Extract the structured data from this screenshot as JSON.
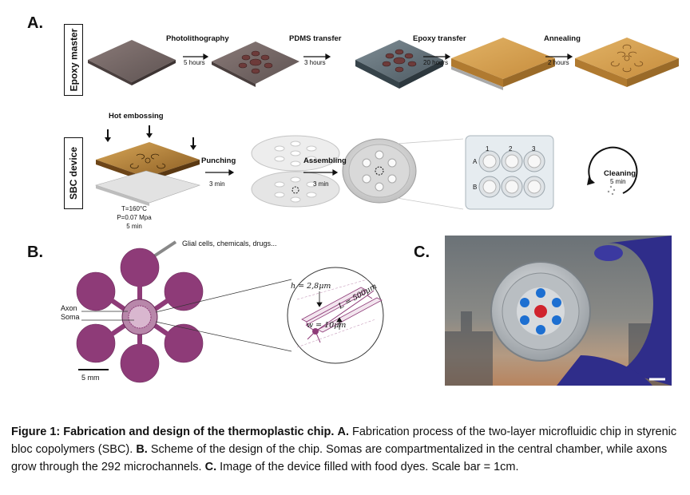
{
  "panel_a": {
    "letter": "A.",
    "row1_label": "Epoxy master",
    "row2_label": "SBC device",
    "steps_row1": [
      {
        "label": "Photolithography",
        "duration": "5 hours"
      },
      {
        "label": "PDMS transfer",
        "duration": "3 hours"
      },
      {
        "label": "Epoxy transfer",
        "duration": "20 hours"
      },
      {
        "label": "Annealing",
        "duration": "2 hours"
      }
    ],
    "hot_embossing": "Hot embossing",
    "conditions": [
      "T=160°C",
      "P=0.07 Mpa",
      "5 min"
    ],
    "punching": {
      "label": "Punching",
      "duration": "3 min"
    },
    "assembling": {
      "label": "Assembling",
      "duration": "3 min"
    },
    "plate_cols": [
      "1",
      "2",
      "3"
    ],
    "plate_rows": [
      "A",
      "B"
    ],
    "cleaning": {
      "label": "Cleaning",
      "duration": "5 min"
    }
  },
  "panel_b": {
    "letter": "B.",
    "inputs_label": "Glial cells, chemicals, drugs...",
    "axon_label": "Axon",
    "soma_label": "Soma",
    "scale_label": "5 mm",
    "h_label": "h = 2,8μm",
    "w_label": "w = 10μm",
    "l_label": "L = 500μm"
  },
  "panel_c": {
    "letter": "C."
  },
  "caption": {
    "title": "Figure 1: Fabrication and design of the thermoplastic chip.",
    "a_key": "A.",
    "a_text": " Fabrication process of the two-layer microfluidic chip in styrenic bloc copolymers (SBC).",
    "b_key": "B.",
    "b_text": " Scheme of the design of the chip. Somas are compartmentalized in the central chamber, while axons grow through the 292 microchannels.",
    "c_key": "C.",
    "c_text": " Image of the device filled with food dyes. Scale bar = 1cm."
  },
  "colors": {
    "purple": "#8e3b78",
    "epoxy": "#d2a050",
    "slate": "#5f6e78"
  }
}
